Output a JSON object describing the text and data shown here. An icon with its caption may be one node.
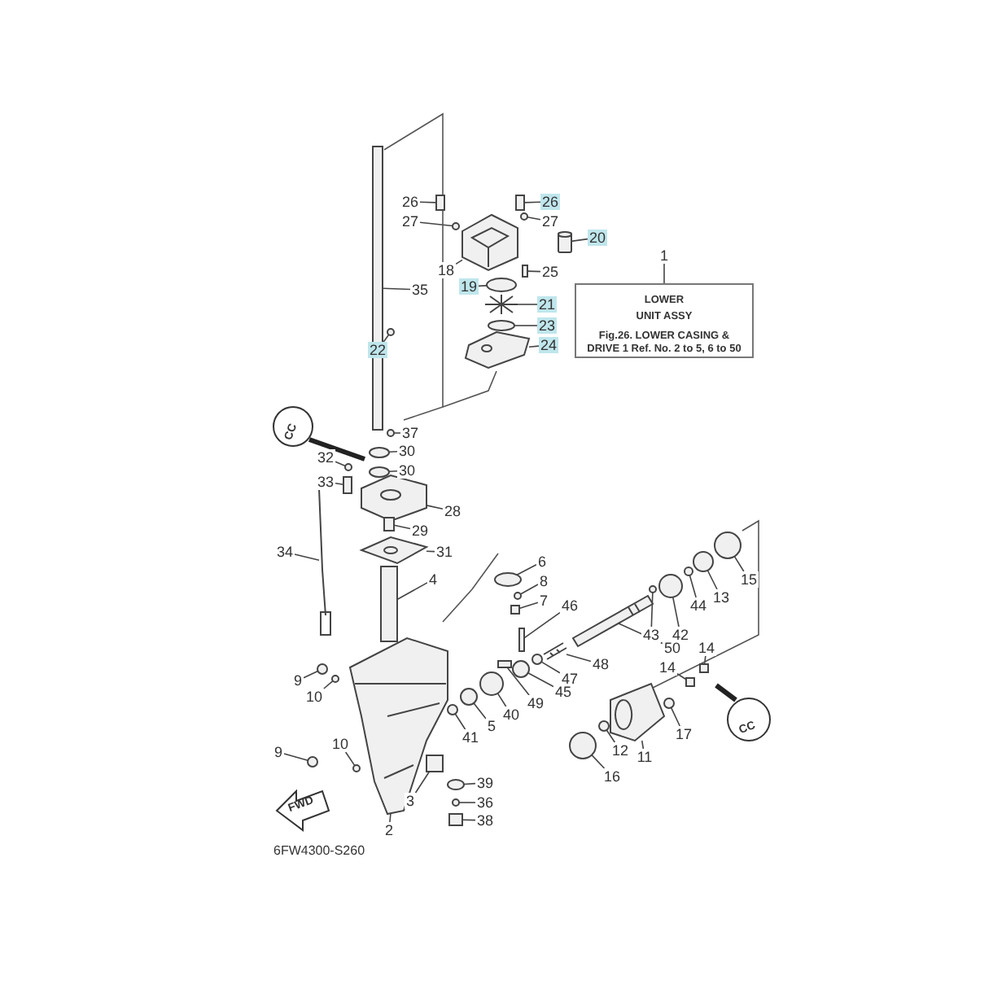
{
  "diagram": {
    "nodes": [
      {
        "text": [
          "1"
        ]
      },
      {
        "text": [
          "LOWER UNIT ASSY",
          "Fig.26. LOWER CASING & DRIVE 1 Ref. No. 2 to 5, 6 to 50"
        ]
      },
      {
        "text": [
          "26"
        ]
      },
      {
        "text": [
          "26"
        ]
      },
      {
        "text": [
          "27"
        ]
      },
      {
        "text": [
          "27"
        ]
      },
      {
        "text": [
          "20"
        ]
      },
      {
        "text": [
          "18"
        ]
      },
      {
        "text": [
          "19"
        ]
      },
      {
        "text": [
          "25"
        ]
      },
      {
        "text": [
          "35"
        ]
      },
      {
        "text": [
          "21"
        ]
      },
      {
        "text": [
          "23"
        ]
      },
      {
        "text": [
          "24"
        ]
      },
      {
        "text": [
          "22"
        ]
      },
      {
        "text": [
          "37"
        ]
      },
      {
        "text": [
          "30"
        ]
      },
      {
        "text": [
          "30"
        ]
      },
      {
        "text": [
          "32"
        ]
      },
      {
        "text": [
          "33"
        ]
      },
      {
        "text": [
          "28"
        ]
      },
      {
        "text": [
          "29"
        ]
      },
      {
        "text": [
          "31"
        ]
      },
      {
        "text": [
          "34"
        ]
      },
      {
        "text": [
          "6"
        ]
      },
      {
        "text": [
          "4"
        ]
      },
      {
        "text": [
          "8"
        ]
      },
      {
        "text": [
          "15"
        ]
      },
      {
        "text": [
          "13"
        ]
      },
      {
        "text": [
          "7"
        ]
      },
      {
        "text": [
          "44"
        ]
      },
      {
        "text": [
          "46"
        ]
      },
      {
        "text": [
          "43"
        ]
      },
      {
        "text": [
          "42"
        ]
      },
      {
        "text": [
          "50"
        ]
      },
      {
        "text": [
          "14"
        ]
      },
      {
        "text": [
          "14"
        ]
      },
      {
        "text": [
          "48"
        ]
      },
      {
        "text": [
          "47"
        ]
      },
      {
        "text": [
          "9"
        ]
      },
      {
        "text": [
          "45"
        ]
      },
      {
        "text": [
          "10"
        ]
      },
      {
        "text": [
          "49"
        ]
      },
      {
        "text": [
          "40"
        ]
      },
      {
        "text": [
          "5"
        ]
      },
      {
        "text": [
          "17"
        ]
      },
      {
        "text": [
          "41"
        ]
      },
      {
        "text": [
          "12"
        ]
      },
      {
        "text": [
          "10"
        ]
      },
      {
        "text": [
          "9"
        ]
      },
      {
        "text": [
          "11"
        ]
      },
      {
        "text": [
          "16"
        ]
      },
      {
        "text": [
          "39"
        ]
      },
      {
        "text": [
          "3"
        ]
      },
      {
        "text": [
          "36"
        ]
      },
      {
        "text": [
          "2"
        ]
      },
      {
        "text": [
          "38"
        ]
      },
      {
        "text": [],
        "shape": "box"
      },
      {
        "text": [],
        "shape": "box"
      },
      {
        "text": [],
        "shape": "circle"
      },
      {
        "text": [],
        "shape": "circle"
      },
      {
        "text": [],
        "shape": "cylinder"
      },
      {
        "text": [],
        "shape": "picture"
      },
      {
        "text": [],
        "shape": "ellipse"
      },
      {
        "text": [],
        "shape": "box"
      },
      {
        "text": [],
        "shape": "bar"
      },
      {
        "text": [],
        "shape": "picture"
      },
      {
        "text": [],
        "shape": "ellipse"
      },
      {
        "text": [],
        "shape": "picture"
      },
      {
        "text": [],
        "shape": "circle"
      },
      {
        "text": [],
        "shape": "circle"
      },
      {
        "text": [],
        "shape": "ellipse"
      },
      {
        "text": [],
        "shape": "ellipse"
      },
      {
        "text": [],
        "shape": "circle"
      },
      {
        "text": [],
        "shape": "box"
      },
      {
        "text": [],
        "shape": "picture"
      },
      {
        "text": [],
        "shape": "box"
      },
      {
        "text": [],
        "shape": "picture"
      },
      {
        "text": [],
        "shape": "picture"
      },
      {
        "text": [],
        "shape": "ellipse"
      },
      {
        "text": [],
        "shape": "bar"
      },
      {
        "text": [],
        "shape": "circle"
      },
      {
        "text": [],
        "shape": "circle"
      },
      {
        "text": [],
        "shape": "circle"
      },
      {
        "text": [],
        "shape": "box"
      },
      {
        "text": [],
        "shape": "circle"
      },
      {
        "text": [],
        "shape": "box"
      },
      {
        "text": [],
        "shape": "circle"
      },
      {
        "text": [],
        "shape": "circle"
      },
      {
        "text": [],
        "shape": "picture"
      },
      {
        "text": [],
        "shape": "box"
      },
      {
        "text": [],
        "shape": "box"
      },
      {
        "text": [],
        "shape": "picture"
      },
      {
        "text": [],
        "shape": "circle"
      },
      {
        "text": [],
        "shape": "circle"
      },
      {
        "text": [],
        "shape": "circle"
      },
      {
        "text": [],
        "shape": "circle"
      },
      {
        "text": [],
        "shape": "box"
      },
      {
        "text": [],
        "shape": "circle"
      },
      {
        "text": [],
        "shape": "circle"
      },
      {
        "text": [],
        "shape": "circle"
      },
      {
        "text": [],
        "shape": "circle"
      },
      {
        "text": [],
        "shape": "circle"
      },
      {
        "text": [],
        "shape": "circle"
      },
      {
        "text": [],
        "shape": "circle"
      },
      {
        "text": [],
        "shape": "picture"
      },
      {
        "text": [],
        "shape": "circle"
      },
      {
        "text": [],
        "shape": "ellipse"
      },
      {
        "text": [],
        "shape": "box"
      },
      {
        "text": [],
        "shape": "circle"
      },
      {
        "text": [],
        "shape": "picture"
      },
      {
        "text": [],
        "shape": "box"
      }
    ],
    "edges": [
      {
        "from": 0,
        "to": 1,
        "arrow": "none"
      },
      {
        "from": 2,
        "to": 57,
        "arrow": "none"
      },
      {
        "from": 3,
        "to": 58,
        "arrow": "none"
      },
      {
        "from": 4,
        "to": 59,
        "arrow": "none"
      },
      {
        "from": 5,
        "to": 60,
        "arrow": "none"
      },
      {
        "from": 6,
        "to": 61,
        "arrow": "none"
      },
      {
        "from": 7,
        "to": 62,
        "arrow": "none"
      },
      {
        "from": 8,
        "to": 63,
        "arrow": "none"
      },
      {
        "from": 9,
        "to": 64,
        "arrow": "none"
      },
      {
        "from": 10,
        "to": 65,
        "arrow": "none"
      },
      {
        "from": 11,
        "to": 66,
        "arrow": "none"
      },
      {
        "from": 12,
        "to": 67,
        "arrow": "none"
      },
      {
        "from": 13,
        "to": 68,
        "arrow": "none"
      },
      {
        "from": 14,
        "to": 69,
        "arrow": "none"
      },
      {
        "from": 15,
        "to": 70,
        "arrow": "none"
      },
      {
        "from": 16,
        "to": 71,
        "arrow": "none"
      },
      {
        "from": 17,
        "to": 72,
        "arrow": "none"
      },
      {
        "from": 18,
        "to": 73,
        "arrow": "none"
      },
      {
        "from": 19,
        "to": 74,
        "arrow": "none"
      },
      {
        "from": 20,
        "to": 75,
        "arrow": "none"
      },
      {
        "from": 21,
        "to": 76,
        "arrow": "none"
      },
      {
        "from": 22,
        "to": 77,
        "arrow": "none"
      },
      {
        "from": 23,
        "to": 78,
        "arrow": "none"
      },
      {
        "from": 24,
        "to": 79,
        "arrow": "none"
      },
      {
        "from": 25,
        "to": 80,
        "arrow": "none"
      },
      {
        "from": 26,
        "to": 81,
        "arrow": "none"
      },
      {
        "from": 27,
        "to": 82,
        "arrow": "none"
      },
      {
        "from": 28,
        "to": 83,
        "arrow": "none"
      },
      {
        "from": 29,
        "to": 84,
        "arrow": "none"
      },
      {
        "from": 30,
        "to": 85,
        "arrow": "none"
      },
      {
        "from": 31,
        "to": 86,
        "arrow": "none"
      },
      {
        "from": 32,
        "to": 87,
        "arrow": "none"
      },
      {
        "from": 33,
        "to": 88,
        "arrow": "none"
      },
      {
        "from": 34,
        "to": 89,
        "arrow": "none"
      },
      {
        "from": 35,
        "to": 90,
        "arrow": "none"
      },
      {
        "from": 36,
        "to": 91,
        "arrow": "none"
      },
      {
        "from": 37,
        "to": 92,
        "arrow": "none"
      },
      {
        "from": 38,
        "to": 93,
        "arrow": "none"
      },
      {
        "from": 39,
        "to": 94,
        "arrow": "none"
      },
      {
        "from": 40,
        "to": 95,
        "arrow": "none"
      },
      {
        "from": 41,
        "to": 96,
        "arrow": "none"
      },
      {
        "from": 42,
        "to": 97,
        "arrow": "none"
      },
      {
        "from": 43,
        "to": 98,
        "arrow": "none"
      },
      {
        "from": 44,
        "to": 99,
        "arrow": "none"
      },
      {
        "from": 45,
        "to": 100,
        "arrow": "none"
      },
      {
        "from": 46,
        "to": 101,
        "arrow": "none"
      },
      {
        "from": 47,
        "to": 102,
        "arrow": "none"
      },
      {
        "from": 48,
        "to": 103,
        "arrow": "none"
      },
      {
        "from": 49,
        "to": 104,
        "arrow": "none"
      },
      {
        "from": 50,
        "to": 105,
        "arrow": "none"
      },
      {
        "from": 51,
        "to": 106,
        "arrow": "none"
      },
      {
        "from": 52,
        "to": 107,
        "arrow": "none"
      },
      {
        "from": 53,
        "to": 108,
        "arrow": "none"
      },
      {
        "from": 54,
        "to": 109,
        "arrow": "none"
      },
      {
        "from": 55,
        "to": 110,
        "arrow": "none"
      },
      {
        "from": 56,
        "to": 111,
        "arrow": "none"
      }
    ],
    "labels": [
      "CC",
      "CC",
      "FWD",
      "6FW4300-S260"
    ]
  }
}
